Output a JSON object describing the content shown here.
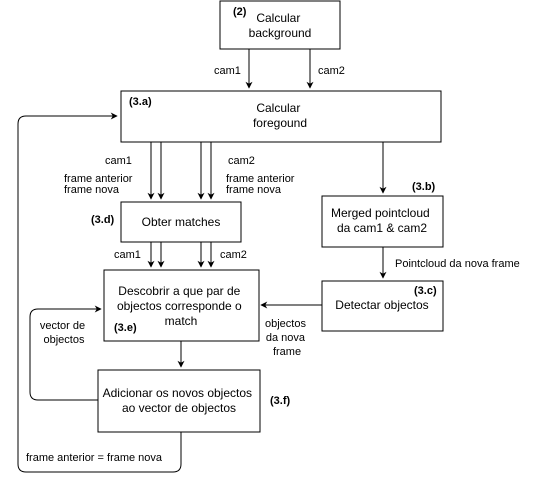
{
  "nodes": {
    "background": {
      "tag": "(2)",
      "lines": [
        "Calcular",
        "background"
      ]
    },
    "foreground": {
      "tag": "(3.a)",
      "lines": [
        "Calcular",
        "foregound"
      ]
    },
    "merged": {
      "tag": "(3.b)",
      "lines": [
        "Merged pointcloud",
        "da cam1 & cam2"
      ]
    },
    "detect": {
      "tag": "(3.c)",
      "lines": [
        "Detectar objectos"
      ]
    },
    "matches": {
      "tag": "(3.d)",
      "lines": [
        "Obter matches"
      ]
    },
    "discover": {
      "tag": "(3.e)",
      "lines": [
        "Descobrir a que par de",
        "objectos corresponde o",
        "match"
      ]
    },
    "add": {
      "tag": "(3.f)",
      "lines": [
        "Adicionar os novos objectos",
        "ao vector de objectos"
      ]
    }
  },
  "edge_labels": {
    "top_cam1": "cam1",
    "top_cam2": "cam2",
    "mid_cam1": "cam1",
    "mid_cam2": "cam2",
    "left_frame_anterior": "frame anterior",
    "left_frame_nova": "frame nova",
    "right_frame_anterior": "frame anterior",
    "right_frame_nova": "frame nova",
    "low_cam1": "cam1",
    "low_cam2": "cam2",
    "pointcloud": "Pointcloud da nova frame",
    "objects_new_frame": [
      "objectos",
      "da nova",
      "frame"
    ],
    "vector_objects": [
      "vector de",
      "objectos"
    ],
    "loop_back": "frame anterior = frame nova"
  },
  "colors": {
    "stroke": "#000000",
    "fill": "#ffffff",
    "text": "#000000"
  }
}
